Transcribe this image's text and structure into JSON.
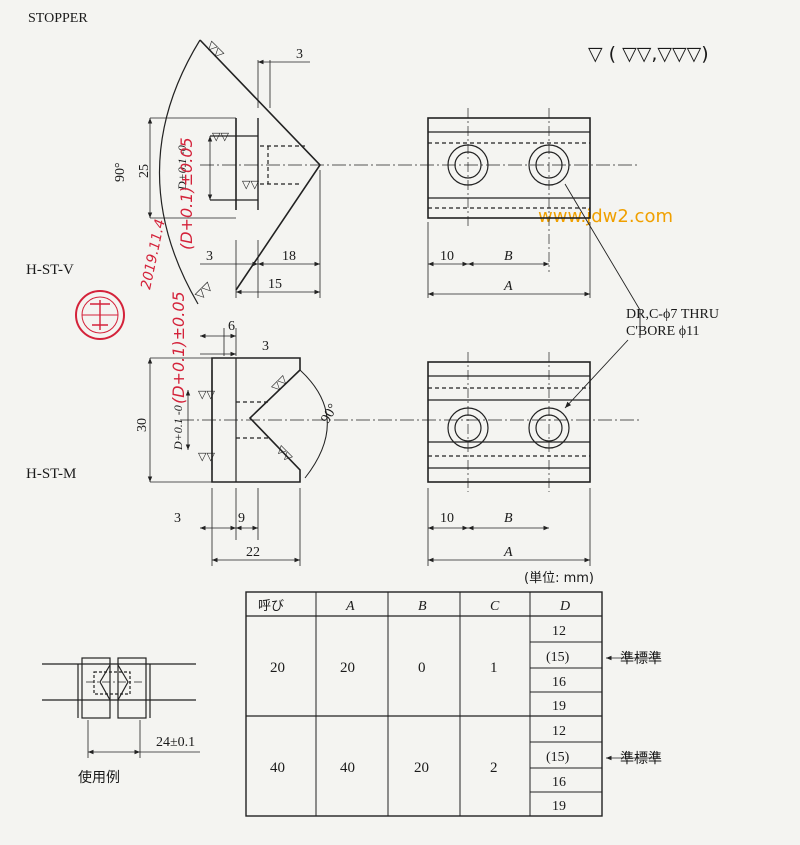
{
  "title": "STOPPER",
  "finish_note": "▽ ( ▽▽,▽▽▽)",
  "watermark": "www.jdw2.com",
  "views": {
    "v_label": "H-ST-V",
    "m_label": "H-ST-M"
  },
  "symbols": {
    "double_finish": "▽▽"
  },
  "dims": {
    "v_top3": "3",
    "v_angle": "90°",
    "v_25": "25",
    "v_d": "D+0.1 -0",
    "v_bot3": "3",
    "v_18": "18",
    "v_15": "15",
    "front_10": "10",
    "front_b": "B",
    "front_a": "A",
    "m_6": "6",
    "m_top3": "3",
    "m_30": "30",
    "m_d": "D+0.1 -0",
    "m_angle": "90°",
    "m_bot3": "3",
    "m_9": "9",
    "m_22": "22"
  },
  "hole_note": {
    "line1": "DR,C-ϕ7 THRU",
    "line2": "C'BORE ϕ11"
  },
  "handwriting": {
    "v_tol": "(D+0.1)±0.05",
    "date": "2019.11.4",
    "m_tol": "(D+0.1)±0.05"
  },
  "usage": {
    "dimension": "24±0.1",
    "caption": "使用例"
  },
  "table": {
    "unit": "(単位: mm)",
    "headers": [
      "呼び",
      "A",
      "B",
      "C",
      "D"
    ],
    "rows": [
      {
        "name": "20",
        "a": "20",
        "b": "0",
        "c": "1",
        "d": [
          "12",
          "(15)",
          "16",
          "19"
        ]
      },
      {
        "name": "40",
        "a": "40",
        "b": "20",
        "c": "2",
        "d": [
          "12",
          "(15)",
          "16",
          "19"
        ]
      }
    ],
    "standard_note": "準標準"
  }
}
